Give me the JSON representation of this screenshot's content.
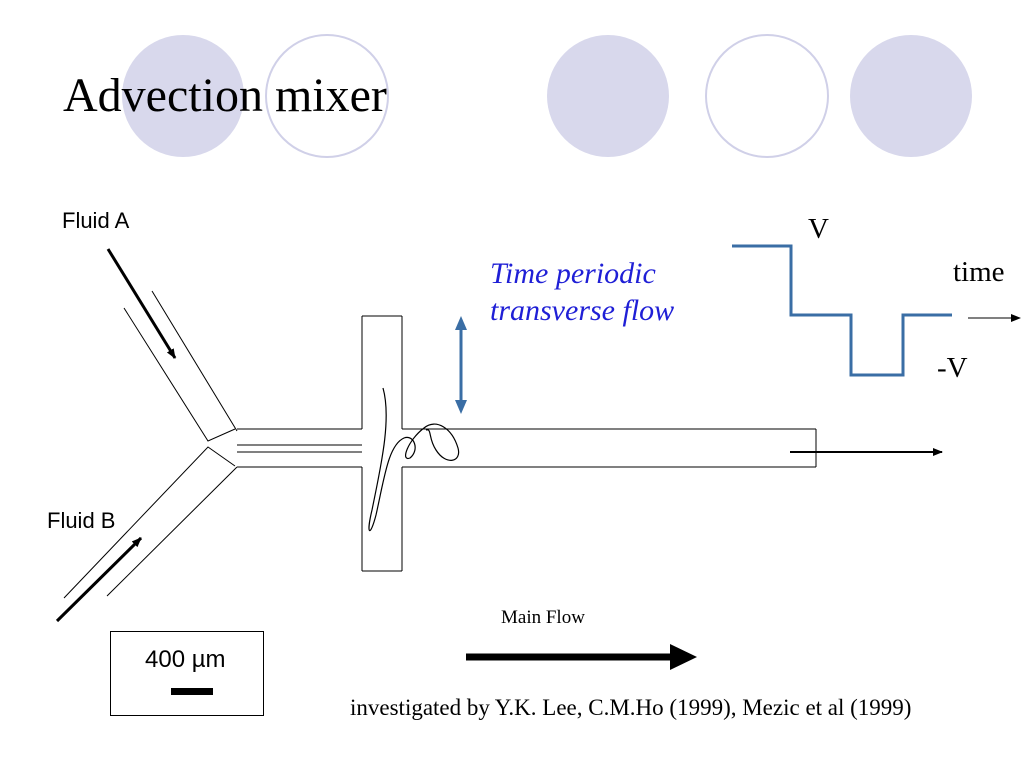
{
  "title": "Advection mixer",
  "labels": {
    "fluid_a": "Fluid A",
    "fluid_b": "Fluid B",
    "time_periodic": "Time periodic transverse flow",
    "v": "V",
    "time": "time",
    "neg_v": "-V",
    "main_flow": "Main Flow",
    "scale": "400 µm"
  },
  "citation": "investigated by Y.K. Lee, C.M.Ho (1999), Mezic et al (1999)",
  "colors": {
    "decor_circle_fill": "#d8d8ec",
    "decor_circle_stroke": "#d0d0e8",
    "arrow_blue": "#3a6ea5",
    "waveform": "#3a6ea5",
    "text_blue": "#1f1fd6"
  }
}
